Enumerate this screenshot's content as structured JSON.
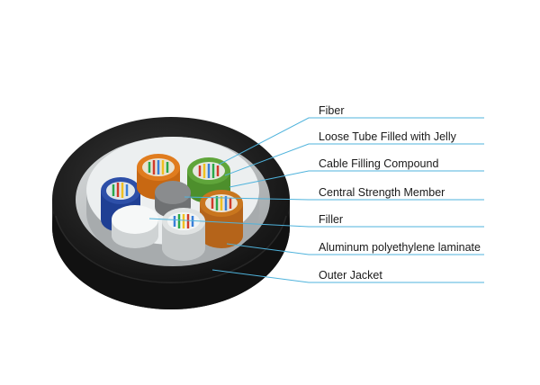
{
  "labels": [
    "Fiber",
    "Loose Tube Filled with Jelly",
    "Cable Filling Compound",
    "Central Strength Member",
    "Filler",
    "Aluminum polyethylene laminate",
    "Outer Jacket"
  ],
  "colors": {
    "leader_line": "#4fb3dc",
    "jacket": "#1c1c1c",
    "laminate": "#bfc3c4",
    "filling_compound": "#e9eeee",
    "strength_member": "#8a8c8e",
    "filler": "#f4f6f6",
    "tube_orange": "#e07c1e",
    "tube_green": "#5fa53a",
    "tube_blue": "#2d4fa8",
    "tube_brown": "#c9761e",
    "tube_white": "#e0e3e3"
  }
}
